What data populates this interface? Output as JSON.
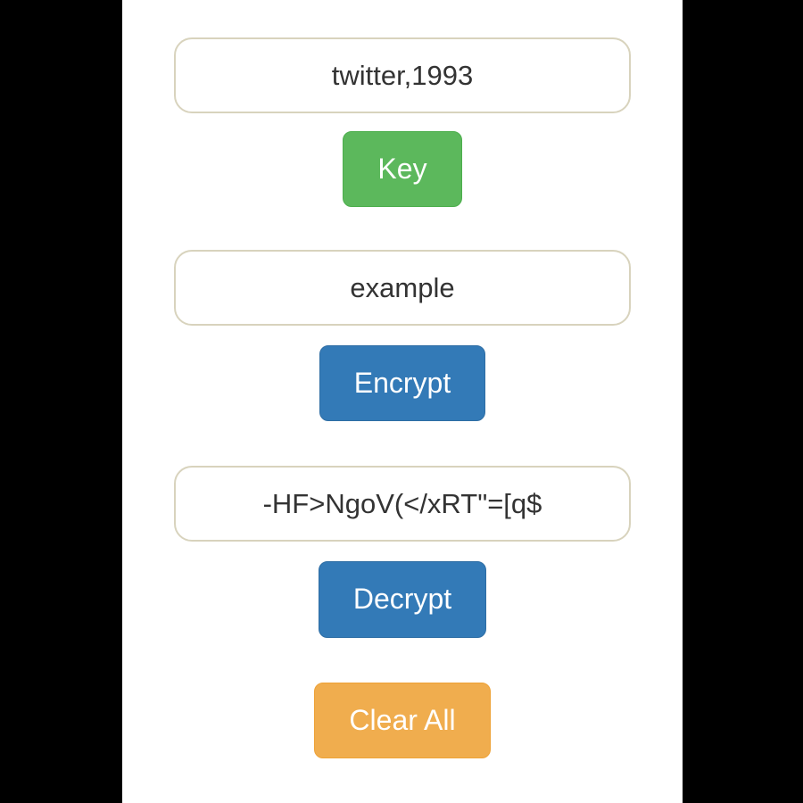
{
  "page": {
    "pillarbox_color": "#000000",
    "stage_background": "#ffffff"
  },
  "form": {
    "key_input": {
      "value": "twitter,1993"
    },
    "key_button": {
      "label": "Key",
      "color": "#5cb85c"
    },
    "plaintext_input": {
      "value": "example"
    },
    "encrypt_button": {
      "label": "Encrypt",
      "color": "#337ab7"
    },
    "ciphertext_input": {
      "value": "-HF>NgoV(</xRT\"=[q$"
    },
    "decrypt_button": {
      "label": "Decrypt",
      "color": "#337ab7"
    },
    "clear_button": {
      "label": "Clear All",
      "color": "#f0ad4e"
    }
  }
}
